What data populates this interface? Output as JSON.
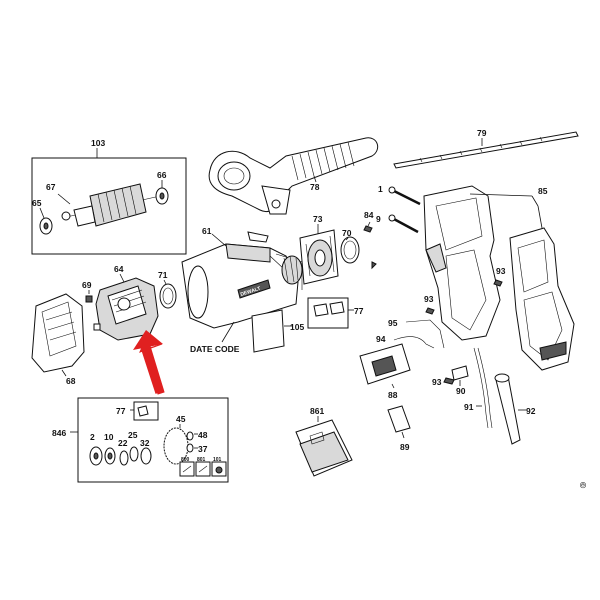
{
  "callouts": {
    "p103": "103",
    "p67": "67",
    "p66": "66",
    "p65": "65",
    "p78": "78",
    "p79": "79",
    "p85": "85",
    "p1": "1",
    "p84": "84",
    "p9": "9",
    "p61": "61",
    "p73": "73",
    "p70": "70",
    "p64": "64",
    "p69": "69",
    "p71": "71",
    "p68": "68",
    "p105": "105",
    "p77": "77",
    "p93a": "93",
    "p93b": "93",
    "p93c": "93",
    "p95": "95",
    "p94": "94",
    "p88": "88",
    "p90": "90",
    "p91": "91",
    "p92": "92",
    "p89": "89",
    "p861": "861",
    "p846": "846",
    "p77b": "77",
    "p45": "45",
    "p48": "48",
    "p37": "37",
    "p2": "2",
    "p10": "10",
    "p22": "22",
    "p25": "25",
    "p32": "32",
    "p800": "800",
    "p801": "801",
    "p101": "101"
  },
  "date_code_label": "DATE CODE",
  "brand_text": "DEWALT",
  "copyright_mark": "©",
  "highlight_arrow_color": "#e02020"
}
